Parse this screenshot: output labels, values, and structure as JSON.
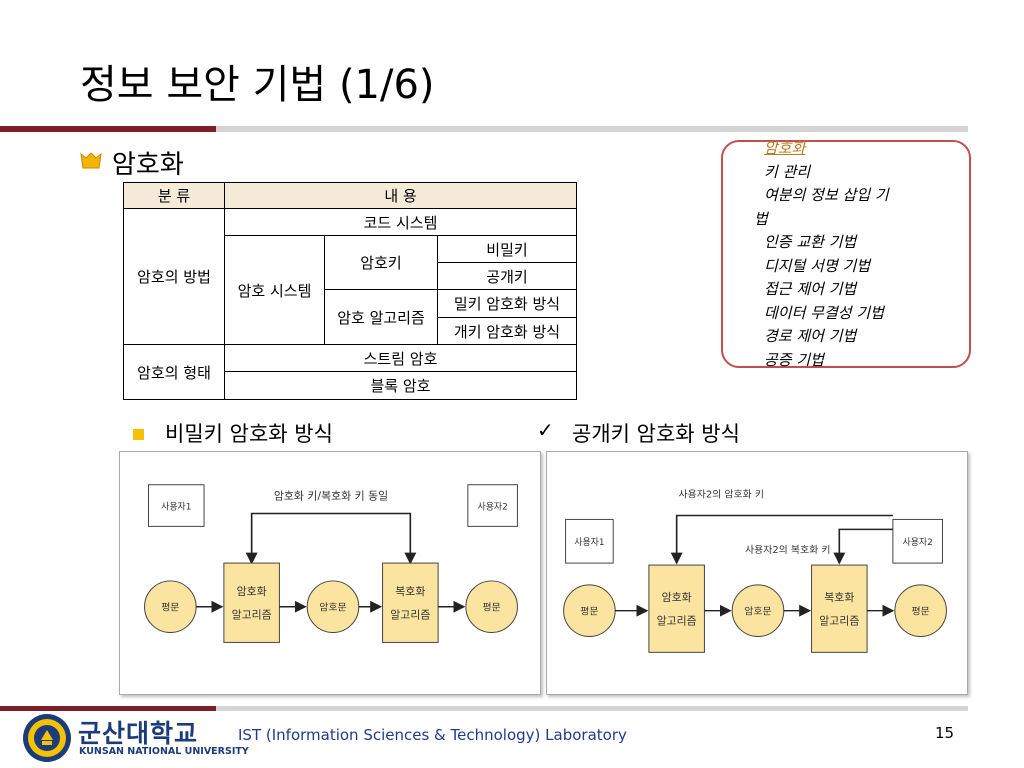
{
  "slide": {
    "title": "정보 보안 기법 (1/6)",
    "heading": "암호화",
    "table": {
      "header": [
        "분 류",
        "내  용"
      ],
      "category1": "암호의 방법",
      "category2": "암호의 형태",
      "code_system": "코드 시스템",
      "cipher_system": "암호 시스템",
      "cipher_key": "암호키",
      "secret_key": "비밀키",
      "public_key": "공개키",
      "cipher_algorithm": "암호 알고리즘",
      "secret_key_method": "밀키 암호화 방식",
      "public_key_method": "개키 암호화 방식",
      "stream_cipher": "스트림 암호",
      "block_cipher": "블록 암호"
    },
    "callout": {
      "items": [
        "암호화",
        "키 관리",
        "여분의 정보 삽입 기",
        "법",
        "인증 교환 기법",
        "디지털 서명 기법",
        "접근 제어 기법",
        "데이터 무결성 기법",
        "경로 제어 기법",
        "공증 기법"
      ]
    },
    "section1": "비밀키 암호화 방식",
    "section2": "공개키 암호화 방식",
    "diagram1": {
      "top_label": "암호화 키/복호화 키 동일",
      "user1": "사용자1",
      "user2": "사용자2",
      "plain1": "평문",
      "enc_line1": "암호화",
      "enc_line2": "알고리즘",
      "cipher": "암호문",
      "dec_line1": "복호화",
      "dec_line2": "알고리즘",
      "plain2": "평문"
    },
    "diagram2": {
      "top_label": "사용자2의 암호화 키",
      "mid_label": "사용자2의 복호화 키",
      "user1": "사용자1",
      "user2": "사용자2",
      "plain1": "평문",
      "enc_line1": "암호화",
      "enc_line2": "알고리즘",
      "cipher": "암호문",
      "dec_line1": "복호화",
      "dec_line2": "알고리즘",
      "plain2": "평문"
    },
    "footer": {
      "university_ko": "군산대학교",
      "university_en": "KUNSAN NATIONAL UNIVERSITY",
      "lab": "IST (Information Sciences & Technology) Laboratory",
      "page": "15"
    },
    "colors": {
      "accent_red": "#7b1f2b",
      "callout_border": "#c0504d",
      "diagram_box": "#fbe3a0",
      "diagram_circle": "#fbe3a0",
      "footer_text": "#1f3a93"
    }
  }
}
